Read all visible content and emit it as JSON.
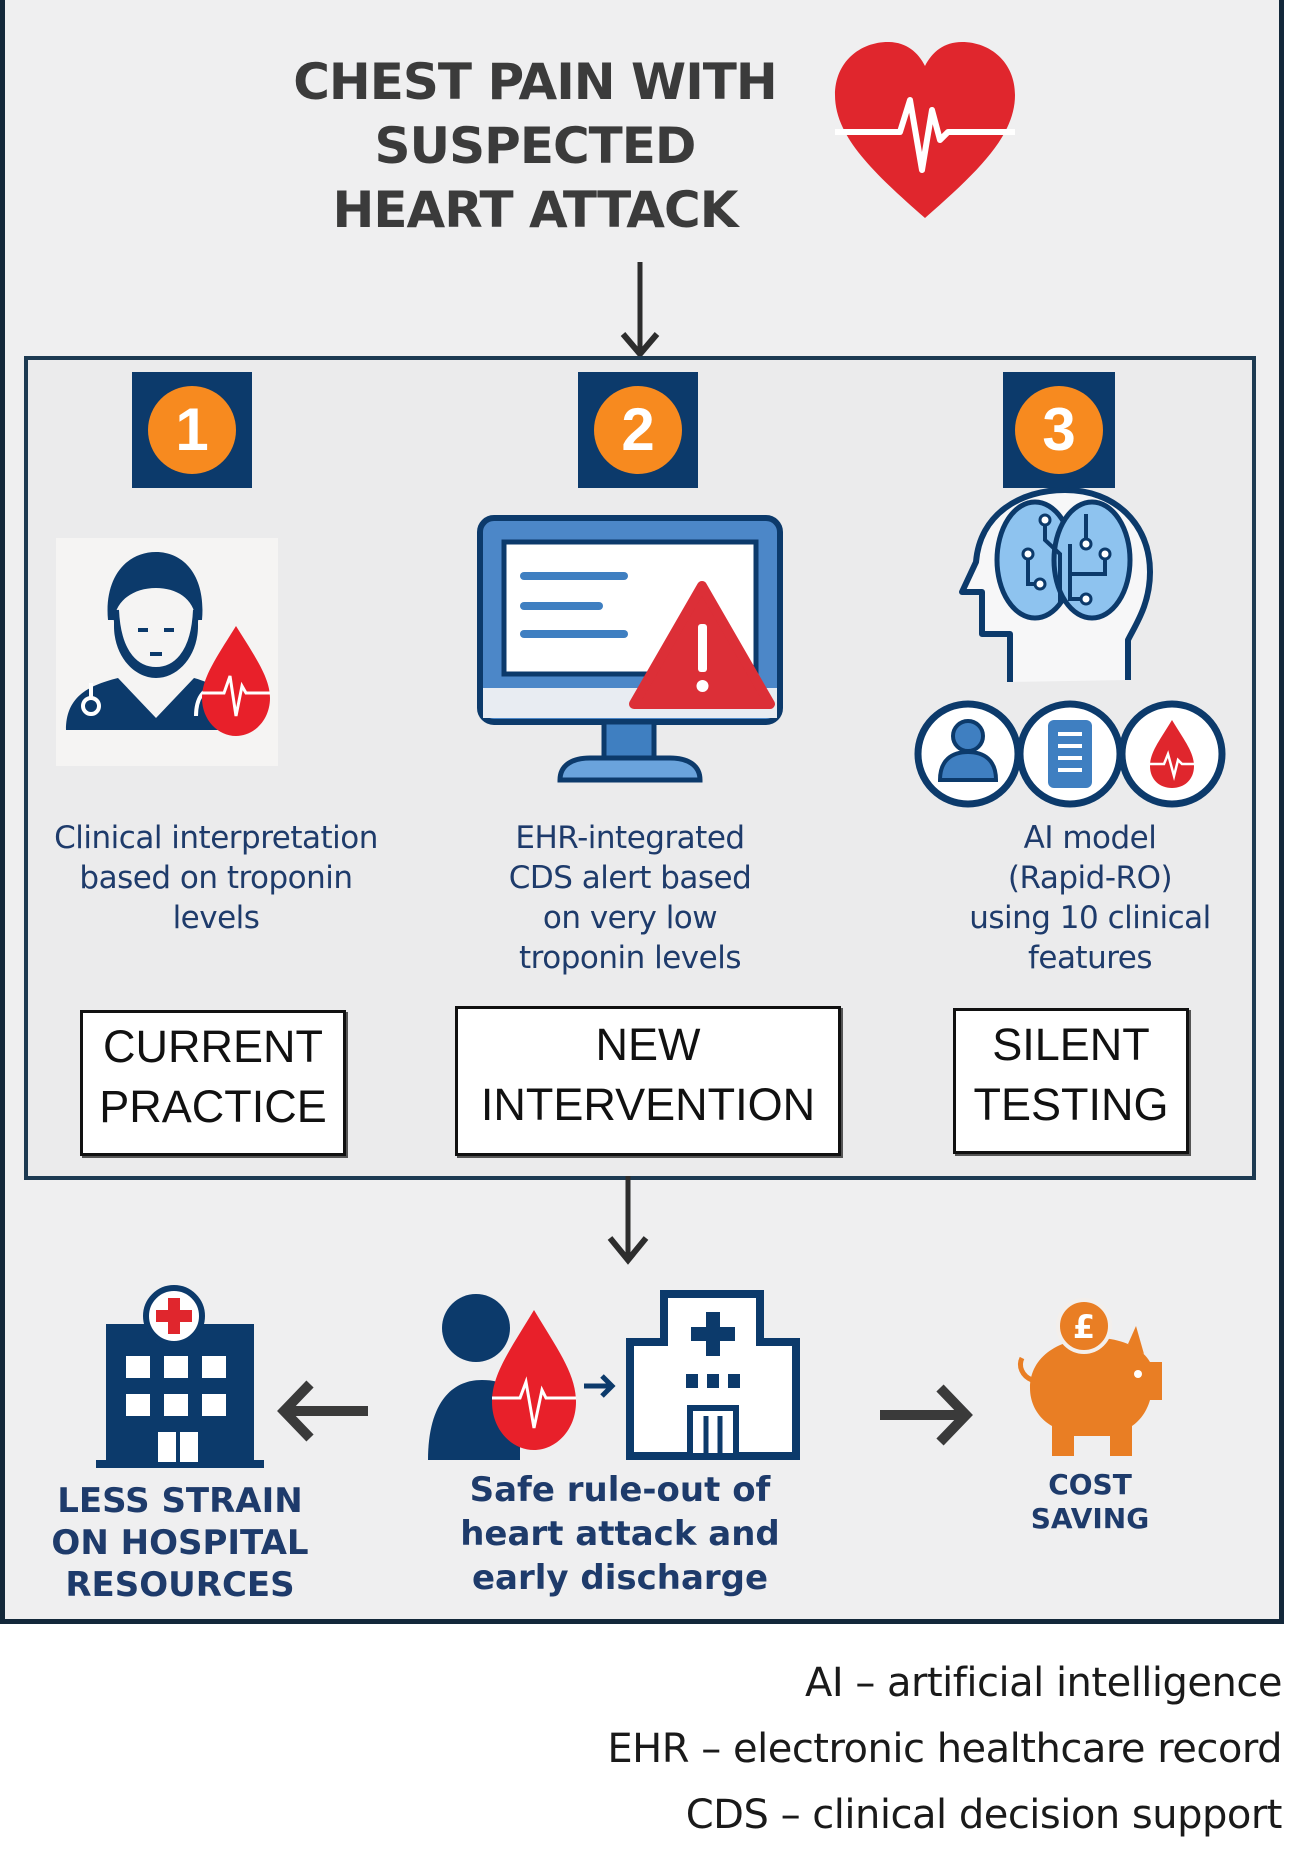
{
  "title": {
    "lines": [
      "CHEST PAIN WITH",
      "SUSPECTED",
      "HEART ATTACK"
    ],
    "icon": "heart-ecg-icon"
  },
  "colors": {
    "frame": "#13283a",
    "navy": "#0c3a6b",
    "orange": "#f78a1f",
    "red": "#e0262d",
    "blue_icon": "#3f7fc1",
    "text_blue": "#1e3b6b"
  },
  "pathways": [
    {
      "number": "1",
      "icon": "doctor-blood-drop-icon",
      "description": [
        "Clinical interpretation",
        "based on troponin",
        "levels"
      ],
      "label": [
        "CURRENT",
        "PRACTICE"
      ]
    },
    {
      "number": "2",
      "icon": "computer-alert-icon",
      "description": [
        "EHR-integrated",
        "CDS alert based",
        "on very low",
        "troponin levels"
      ],
      "label": [
        "NEW",
        "INTERVENTION"
      ]
    },
    {
      "number": "3",
      "icon": "ai-brain-head-icon",
      "description": [
        "AI model",
        "(Rapid-RO)",
        "using 10 clinical",
        "features"
      ],
      "label": [
        "SILENT",
        "TESTING"
      ]
    }
  ],
  "outcomes": {
    "left": {
      "icon": "hospital-building-icon",
      "lines": [
        "LESS STRAIN",
        "ON HOSPITAL",
        "RESOURCES"
      ]
    },
    "center": {
      "icon": "patient-discharge-icon",
      "lines": [
        "Safe rule-out of",
        "heart attack and",
        "early discharge"
      ]
    },
    "right": {
      "icon": "piggy-bank-pound-icon",
      "lines": [
        "COST",
        "SAVING"
      ]
    }
  },
  "legend": [
    "AI – artificial intelligence",
    "EHR – electronic healthcare record",
    "CDS – clinical decision support"
  ]
}
